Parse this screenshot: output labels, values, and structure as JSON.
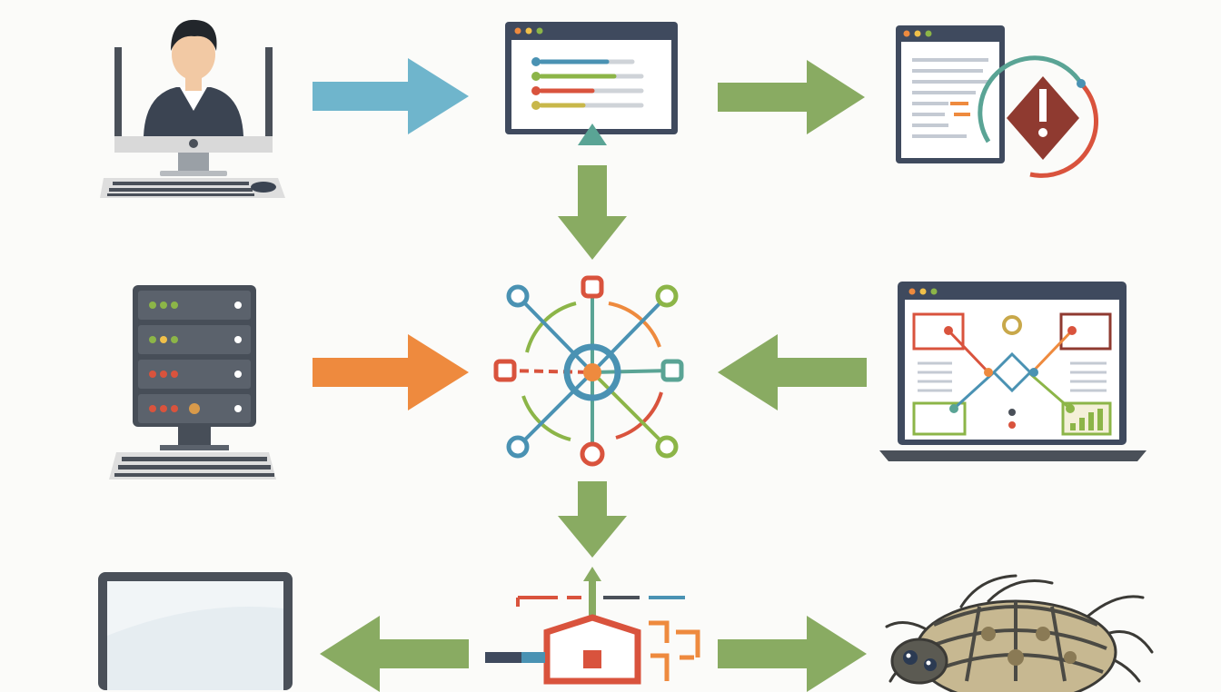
{
  "colors": {
    "background": "#fbfbf9",
    "dark": "#4a5059",
    "frame": "#3f4a5e",
    "blue_arrow": "#6fb5cc",
    "green_arrow": "#89ab62",
    "orange_arrow": "#ee8a3e",
    "teal": "#4a92b3",
    "red": "#d9533d",
    "olive": "#8cb548",
    "warning": "#8f3a30"
  },
  "nodes": [
    {
      "id": "user-workstation",
      "icon": "user-computer-icon"
    },
    {
      "id": "web-form",
      "icon": "web-form-window-icon"
    },
    {
      "id": "alert-report",
      "icon": "alert-report-icon"
    },
    {
      "id": "server-rack",
      "icon": "server-rack-icon"
    },
    {
      "id": "network-hub",
      "icon": "network-hub-icon"
    },
    {
      "id": "flow-dashboard",
      "icon": "flow-dashboard-laptop-icon"
    },
    {
      "id": "blank-monitor",
      "icon": "monitor-icon"
    },
    {
      "id": "security-shield",
      "icon": "security-shield-icon"
    },
    {
      "id": "mechanical-bug",
      "icon": "mechanical-bug-icon"
    }
  ],
  "edges": [
    {
      "from": "user-workstation",
      "to": "web-form",
      "color": "blue"
    },
    {
      "from": "web-form",
      "to": "alert-report",
      "color": "green"
    },
    {
      "from": "web-form",
      "to": "network-hub",
      "color": "green"
    },
    {
      "from": "server-rack",
      "to": "network-hub",
      "color": "orange"
    },
    {
      "from": "flow-dashboard",
      "to": "network-hub",
      "color": "green"
    },
    {
      "from": "network-hub",
      "to": "security-shield",
      "color": "green"
    },
    {
      "from": "security-shield",
      "to": "blank-monitor",
      "color": "green"
    },
    {
      "from": "security-shield",
      "to": "mechanical-bug",
      "color": "green"
    }
  ]
}
